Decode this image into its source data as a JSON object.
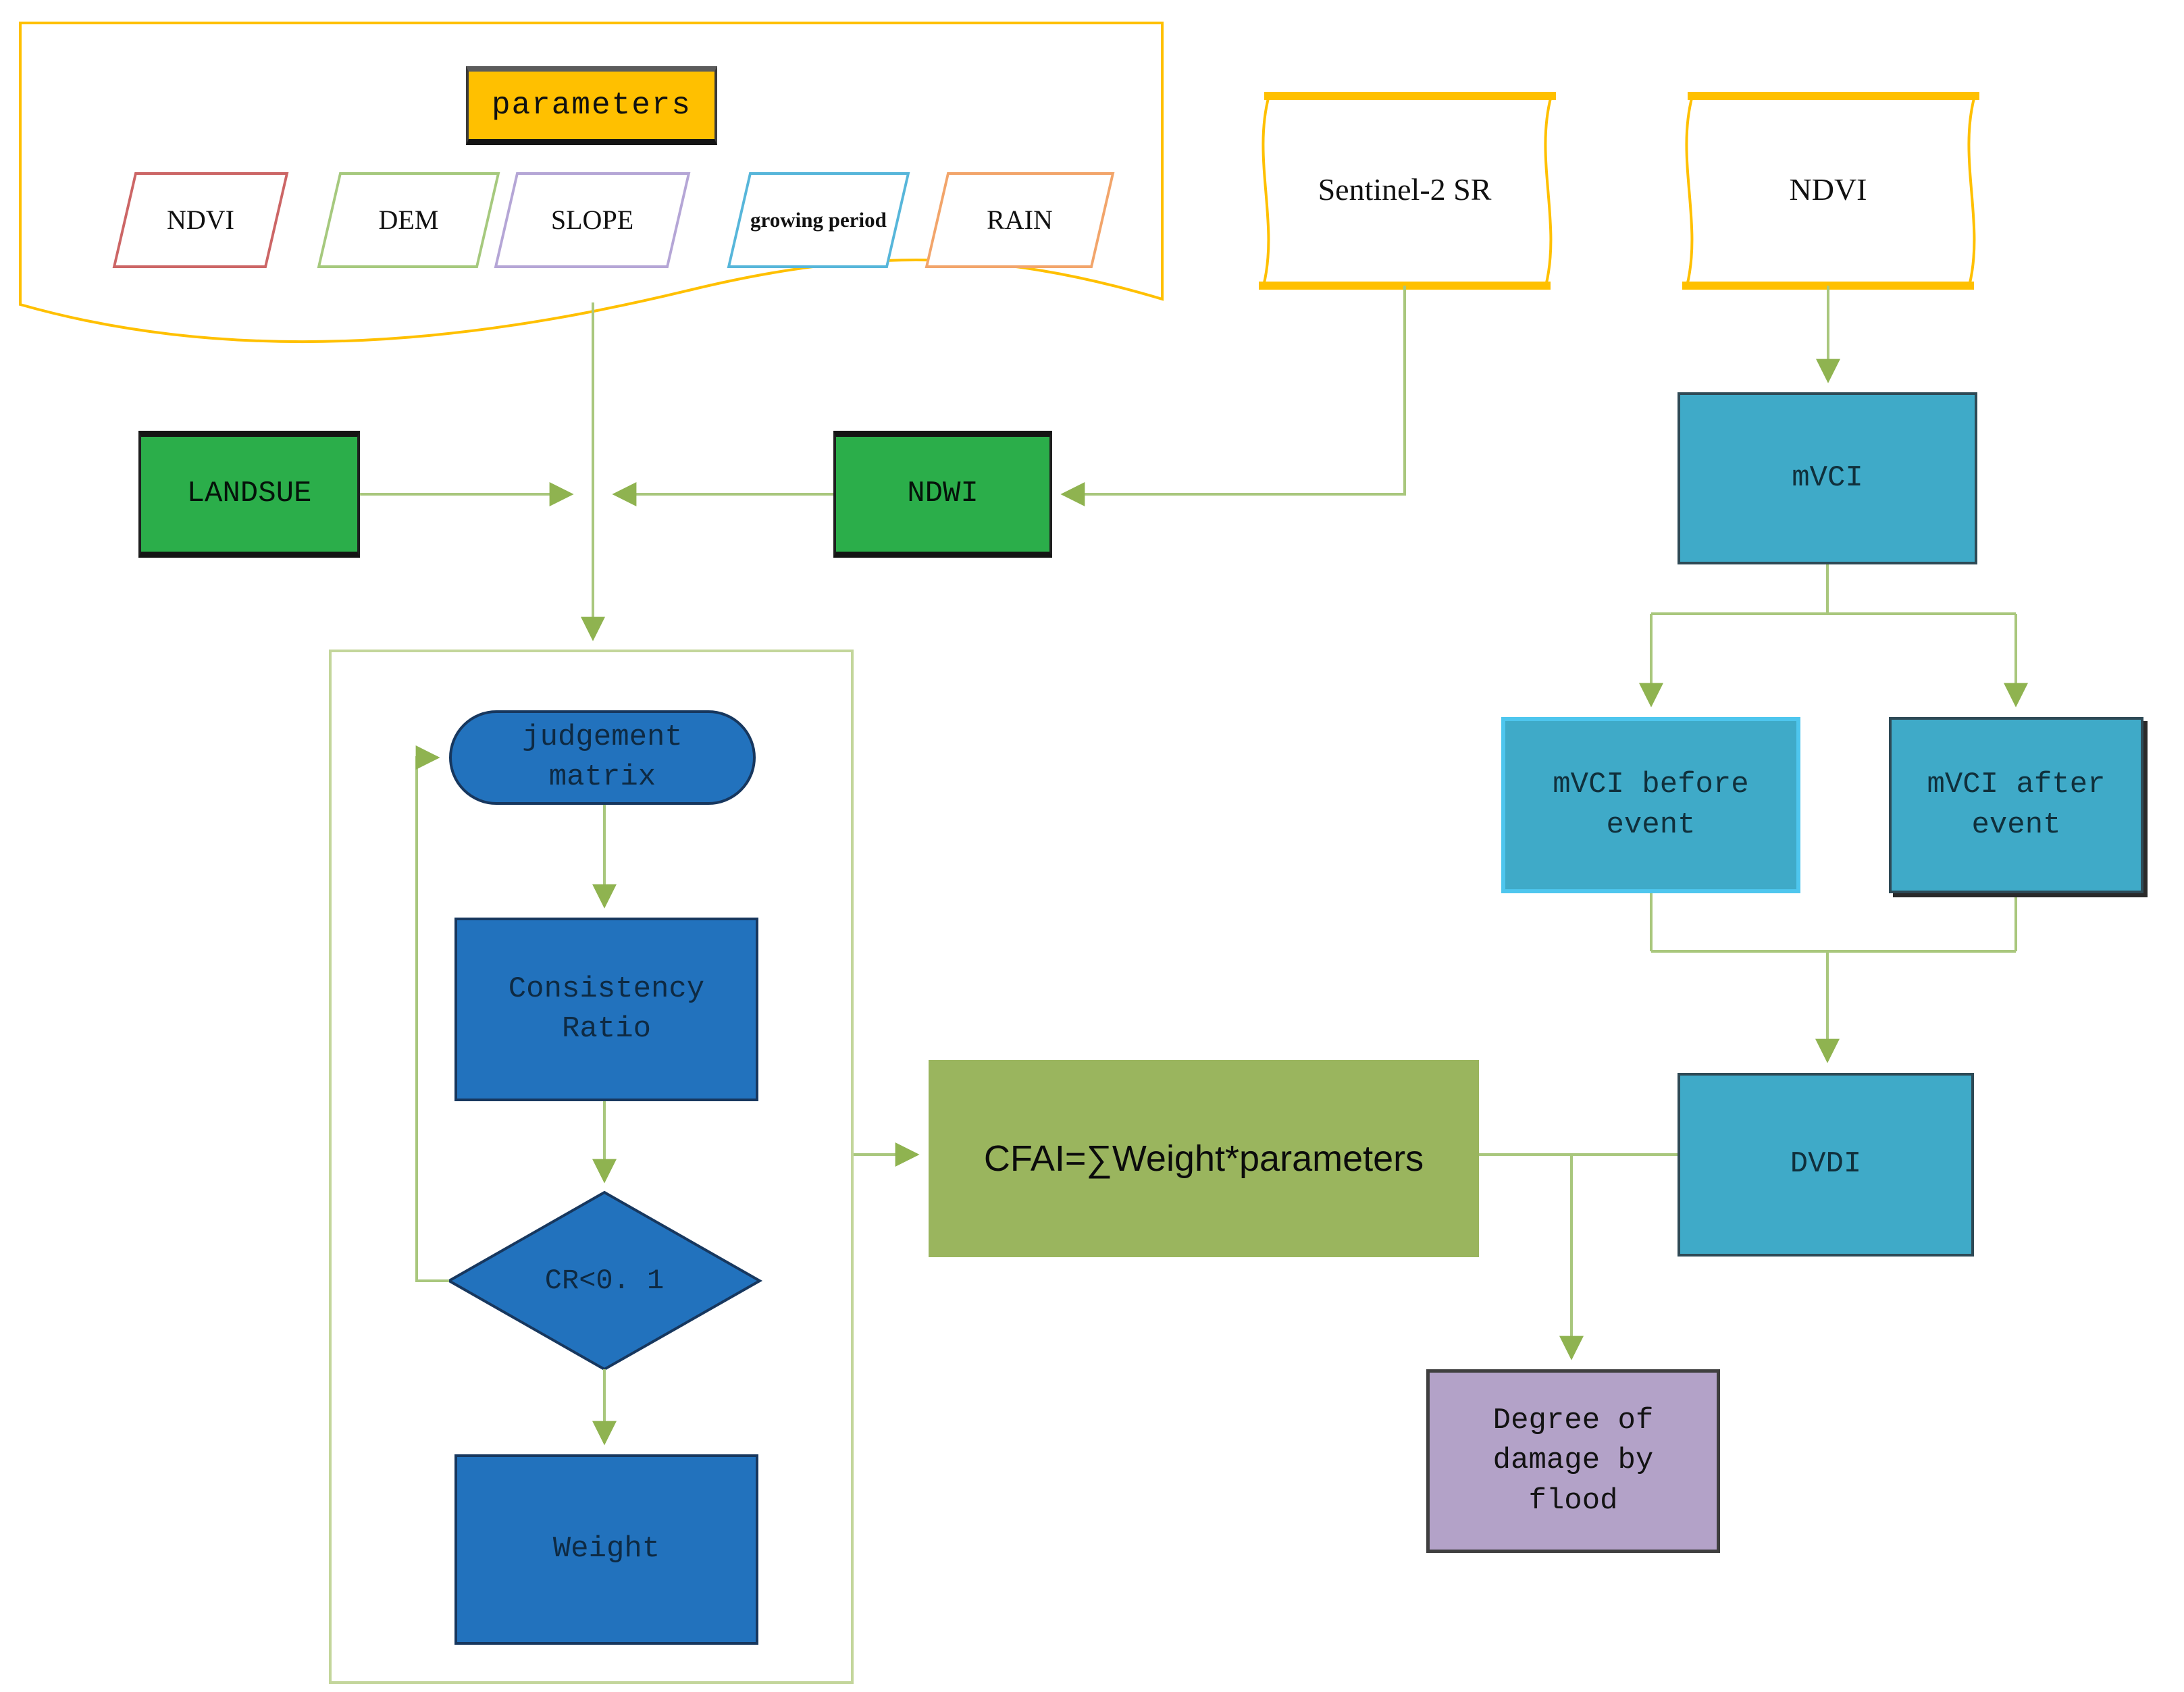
{
  "diagram": {
    "parameters_container": {
      "title": "parameters",
      "inputs": [
        {
          "label": "NDVI"
        },
        {
          "label": "DEM"
        },
        {
          "label": "SLOPE"
        },
        {
          "label": "growing period"
        },
        {
          "label": "RAIN"
        }
      ]
    },
    "sources": {
      "sentinel": "Sentinel-2 SR",
      "ndvi": "NDVI"
    },
    "green_nodes": {
      "landsue": "LANDSUE",
      "ndwi": "NDWI"
    },
    "ahp": {
      "judgement": "judgement matrix",
      "consistency": "Consistency Ratio",
      "decision": "CR<0. 1",
      "weight": "Weight"
    },
    "formula": "CFAI=∑Weight*parameters",
    "teal_nodes": {
      "mvci": "mVCI",
      "before": "mVCI before event",
      "after": "mVCI after event",
      "dvdi": "DVDI"
    },
    "result": "Degree of damage by flood"
  },
  "colors": {
    "accent_yellow": "#FFC000",
    "node_green": "#2BAE4A",
    "node_blue": "#2272BD",
    "node_blue_border": "#17375E",
    "node_blue_text": "#0E2A43",
    "node_teal": "#3FAAC8",
    "node_teal_border": "#2E4A56",
    "node_teal_border_light": "#4EC6EE",
    "node_olive": "#9AB55E",
    "node_purple": "#B3A2C8",
    "node_purple_border": "#3F3F3F",
    "line_green": "#A9C77D",
    "arrow_green": "#8FB350",
    "container_border": "#C3D69B",
    "para_ndvi_border": "#CC6666",
    "para_dem_border": "#A6C97E",
    "para_slope_border": "#B5A6D6",
    "para_grow_border": "#57B6DA",
    "para_rain_border": "#F2A56B"
  }
}
